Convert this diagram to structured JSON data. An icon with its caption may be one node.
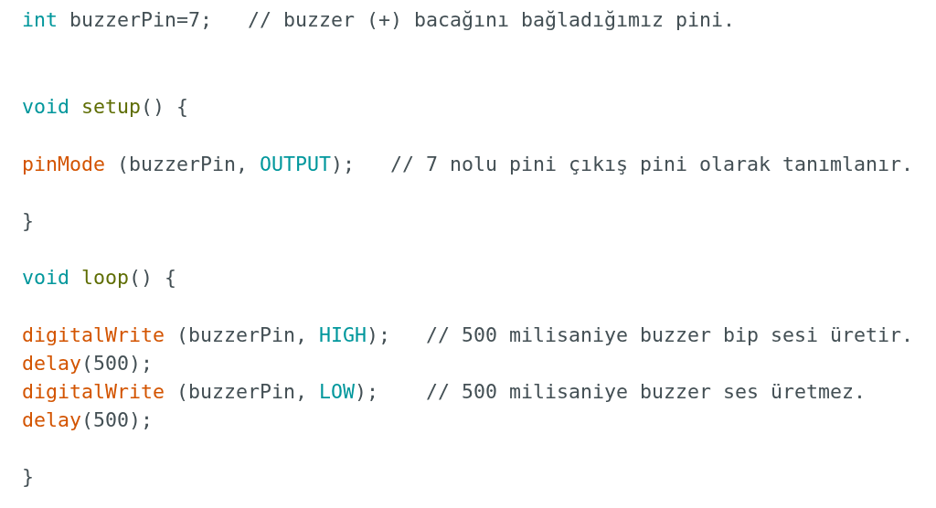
{
  "diagram": {
    "labels": [
      "int",
      "buzzerPin=7;",
      "// buzzer (+) bacağını bağladığımız pini.",
      "void",
      "setup",
      "() {",
      "pinMode",
      "(buzzerPin,",
      "OUTPUT",
      ");",
      "// 7 nolu pini çıkış pini olarak tanımlanır.",
      "}",
      "void",
      "loop",
      "() {",
      "digitalWrite",
      "(buzzerPin,",
      "HIGH",
      ");",
      "// 500 milisaniye buzzer bip sesi üretir.",
      "delay",
      "(500);",
      "digitalWrite",
      "(buzzerPin,",
      "LOW",
      ");",
      "// 500 milisaniye buzzer ses üretmez.",
      "delay",
      "(500);",
      "}"
    ]
  }
}
